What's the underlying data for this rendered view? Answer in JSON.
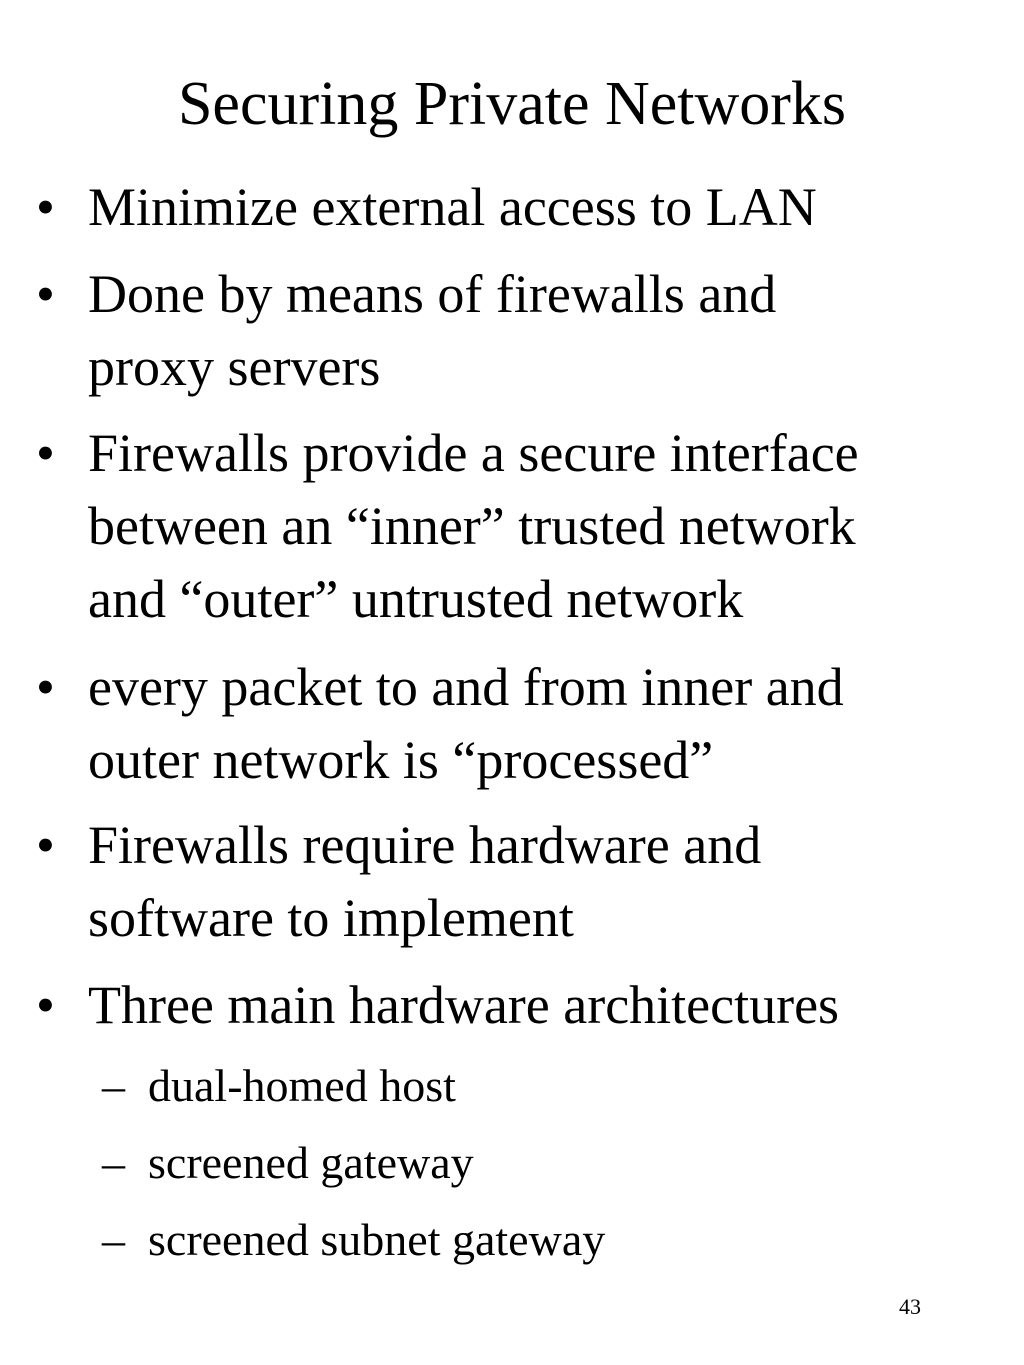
{
  "slide": {
    "title": "Securing Private Networks",
    "bullet_marker": "•",
    "sub_marker": "–",
    "bullets": [
      "Minimize external access to LAN",
      "Done by means of firewalls and\nproxy servers",
      "Firewalls provide a secure interface\nbetween an “inner” trusted network\nand “outer” untrusted network",
      "every packet to and from inner and\nouter network is “processed”",
      "Firewalls require hardware and\nsoftware to implement",
      "Three main hardware architectures"
    ],
    "sub_bullets": [
      "dual-homed host",
      "screened gateway",
      "screened subnet gateway"
    ],
    "page_number": "43"
  }
}
